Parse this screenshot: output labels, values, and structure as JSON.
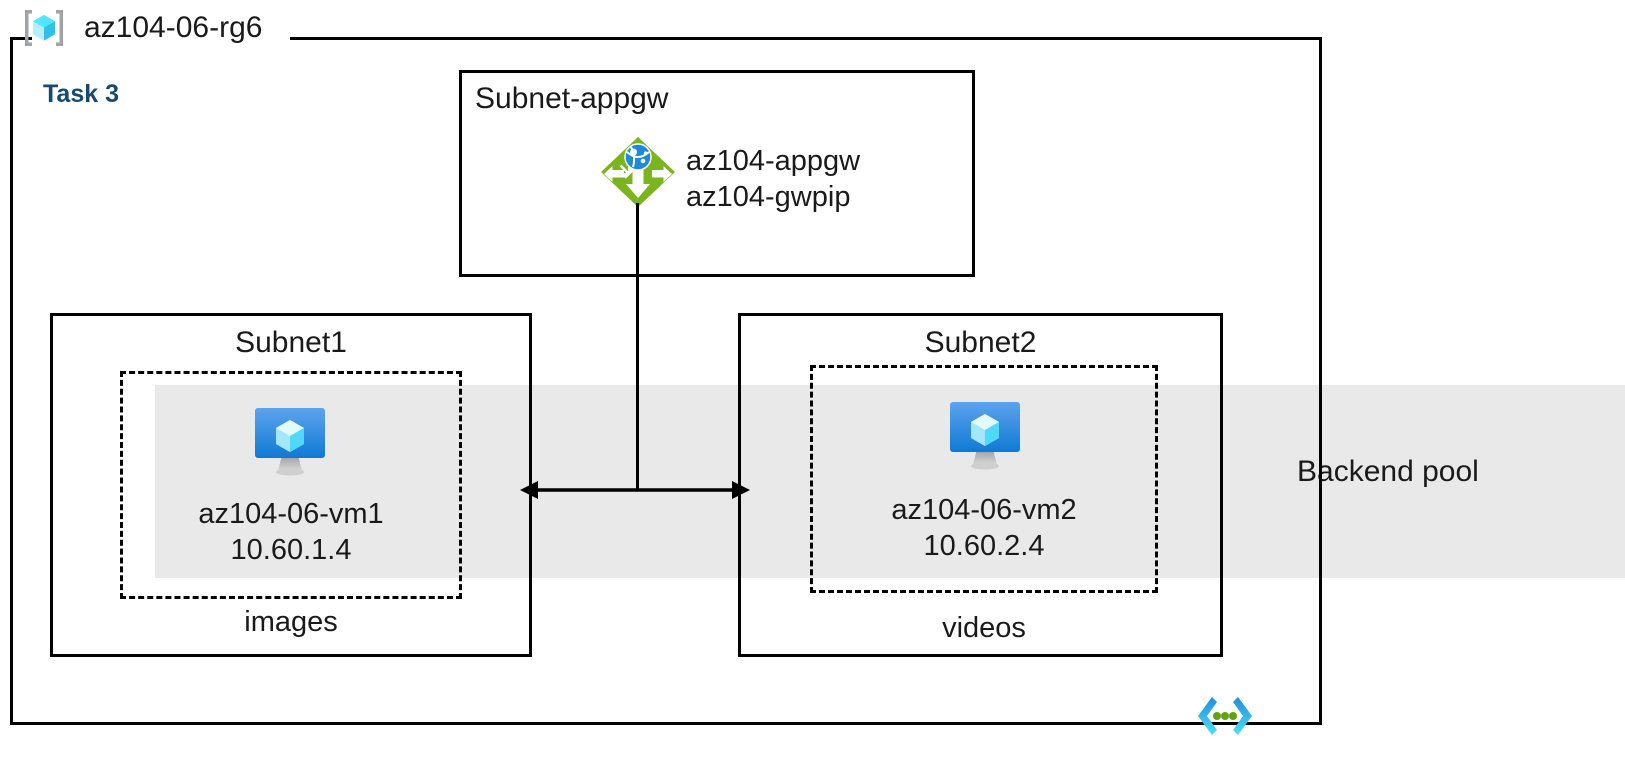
{
  "diagram": {
    "resource_group": {
      "label": "az104-06-rg6",
      "icon": "resource-group-icon"
    },
    "task_label": "Task 3",
    "backend_pool": {
      "label": "Backend pool",
      "band_color": "#e9e9e9"
    },
    "vnet_icon": "virtual-network-icon",
    "subnets": [
      {
        "id": "subnet-appgw",
        "title": "Subnet-appgw",
        "resource_icon": "application-gateway-icon",
        "resources": "az104-appgw\naz104-gwpip",
        "resource_line_1": "az104-appgw",
        "resource_line_2": "az104-gwpip"
      },
      {
        "id": "subnet1",
        "title": "Subnet1",
        "vm_icon": "virtual-machine-icon",
        "vm_name": "az104-06-vm1",
        "vm_ip": "10.60.1.4",
        "vm_text": "az104-06-vm1\n10.60.1.4",
        "storage_label": "images"
      },
      {
        "id": "subnet2",
        "title": "Subnet2",
        "vm_icon": "virtual-machine-icon",
        "vm_name": "az104-06-vm2",
        "vm_ip": "10.60.2.4",
        "vm_text": "az104-06-vm2\n10.60.2.4",
        "storage_label": "videos"
      }
    ],
    "colors": {
      "task_text": "#17496f",
      "gateway_green": "#7ab51d",
      "gateway_globe_blue": "#1c8ad8",
      "vm_monitor_blue": "#1b8ce3",
      "vnet_bracket_cyan": "#32bfea",
      "rg_cube_cyan": "#50e6ff",
      "band_gray": "#e9e9e9",
      "line_black": "#000000"
    }
  }
}
